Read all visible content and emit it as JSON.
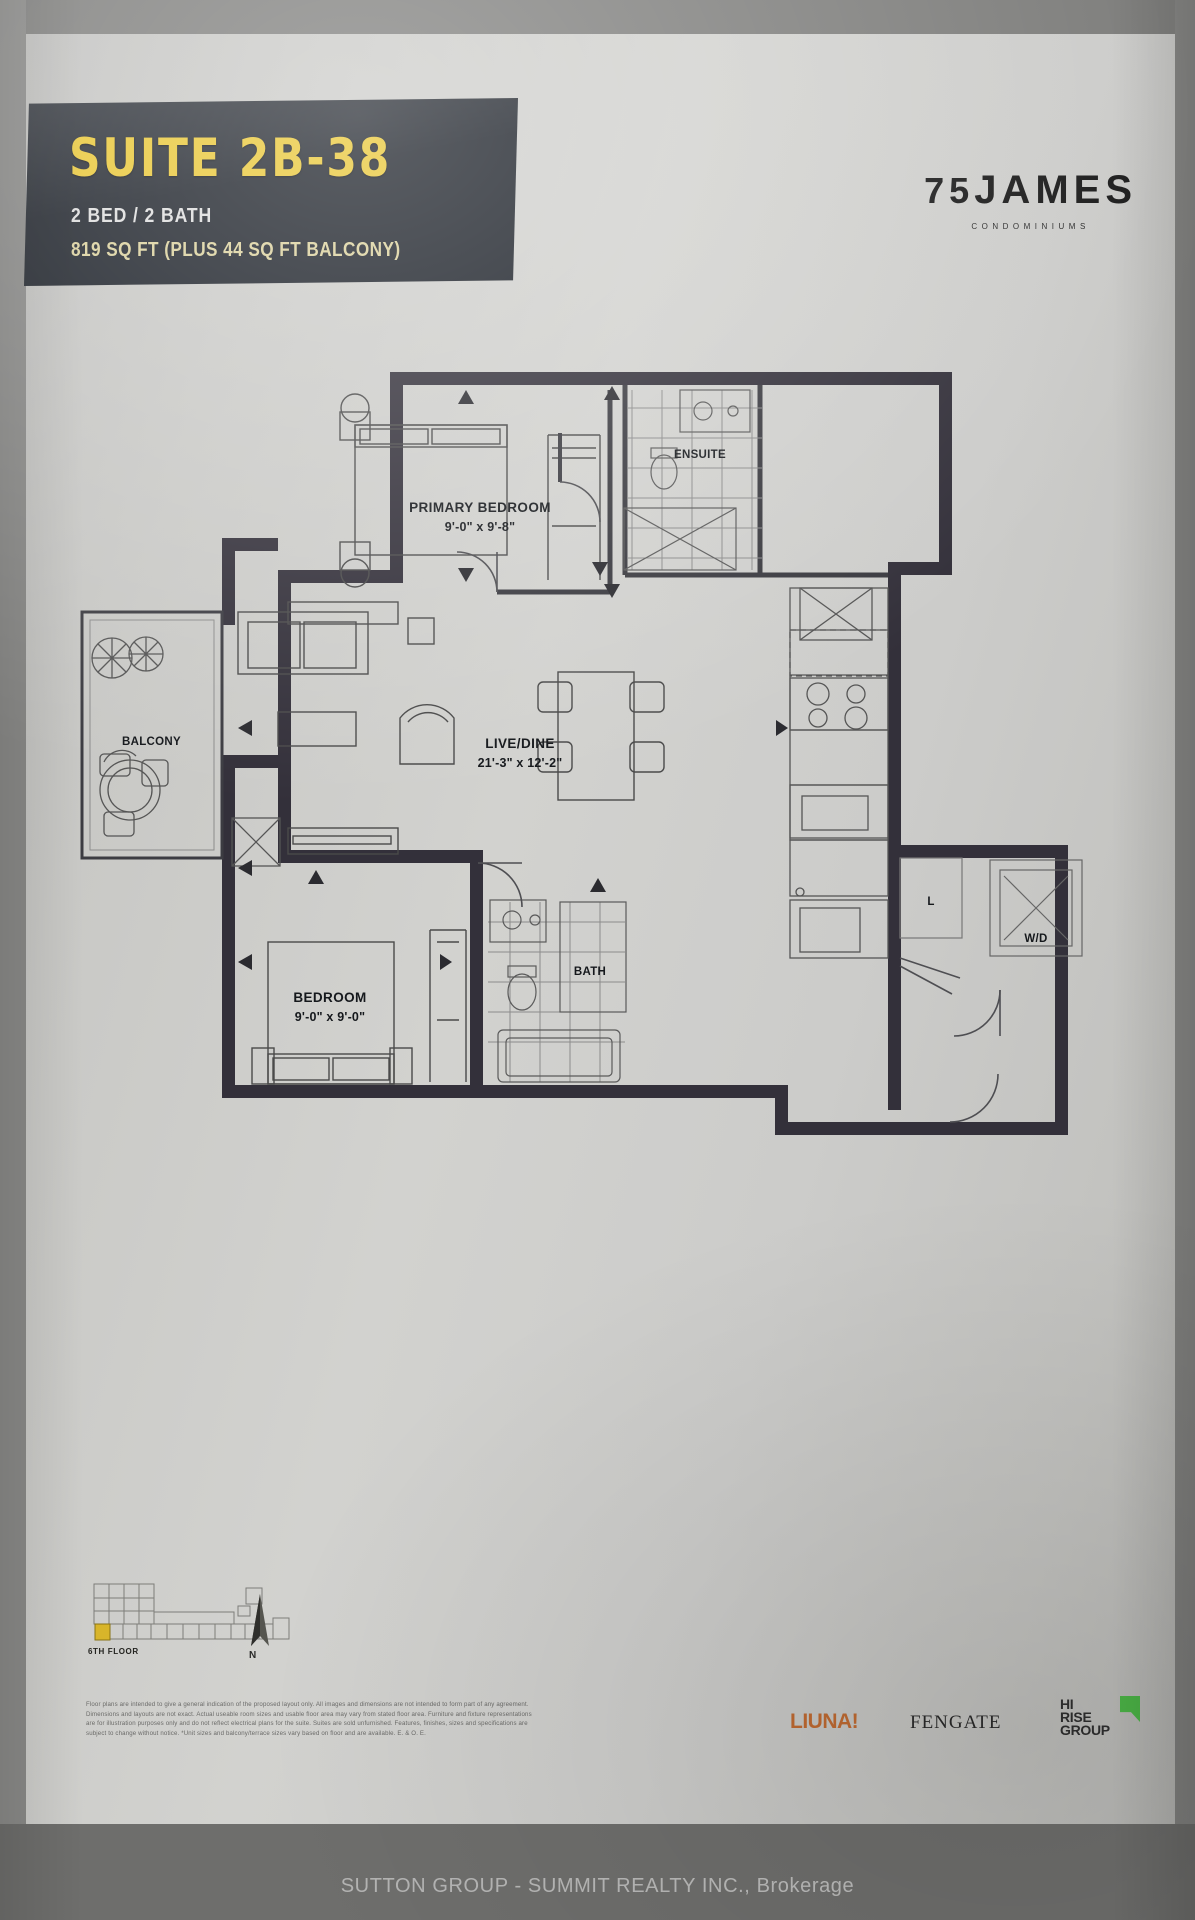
{
  "title_block": {
    "suite": "SUITE 2B-38",
    "beds_baths": "2 BED / 2 BATH",
    "area": "819 SQ FT (PLUS 44 SQ FT BALCONY)"
  },
  "brand": {
    "name_prefix": "75",
    "name_main": "JAMES",
    "tagline": "CONDOMINIUMS"
  },
  "floor_plan": {
    "rooms": [
      {
        "key": "primary_bedroom",
        "label": "PRIMARY BEDROOM",
        "dimensions": "9'-0\" x 9'-8\""
      },
      {
        "key": "live_dine",
        "label": "LIVE/DINE",
        "dimensions": "21'-3\" x 12'-2\""
      },
      {
        "key": "bedroom",
        "label": "BEDROOM",
        "dimensions": "9'-0\" x 9'-0\""
      },
      {
        "key": "ensuite",
        "label": "ENSUITE",
        "dimensions": ""
      },
      {
        "key": "bath",
        "label": "BATH",
        "dimensions": ""
      },
      {
        "key": "balcony",
        "label": "BALCONY",
        "dimensions": ""
      }
    ],
    "closets": [
      {
        "key": "linen",
        "label": "L"
      },
      {
        "key": "washer_dryer",
        "label": "W/D"
      }
    ]
  },
  "key_plan": {
    "floor_label": "6TH FLOOR",
    "north_label": "N",
    "highlight_color": "#d8b52a"
  },
  "disclaimer": {
    "line1": "Floor plans are intended to give a general indication of the proposed layout only. All images and dimensions are not intended to form part of any agreement.",
    "line2": "Dimensions and layouts are not exact. Actual useable room sizes and usable floor area may vary from stated floor area. Furniture and fixture representations",
    "line3": "are for illustration purposes only and do not reflect electrical plans for the suite. Suites are sold unfurnished. Features, finishes, sizes and specifications are",
    "line4": "subject to change without notice. *Unit sizes and balcony/terrace sizes vary based on floor and are available. E. & O. E."
  },
  "sponsors": {
    "liuna": "LIUNA!",
    "fengate": "FENGATE",
    "hirise_line1": "HI",
    "hirise_line2": "RISE",
    "hirise_line3": "GROUP"
  },
  "watermark": {
    "text": "SUTTON GROUP - SUMMIT REALTY INC., Brokerage"
  },
  "colors": {
    "accent_yellow": "#e8c531",
    "title_bg": "#171c24",
    "wall": "#33303a",
    "paper": "#c9c9c6"
  }
}
